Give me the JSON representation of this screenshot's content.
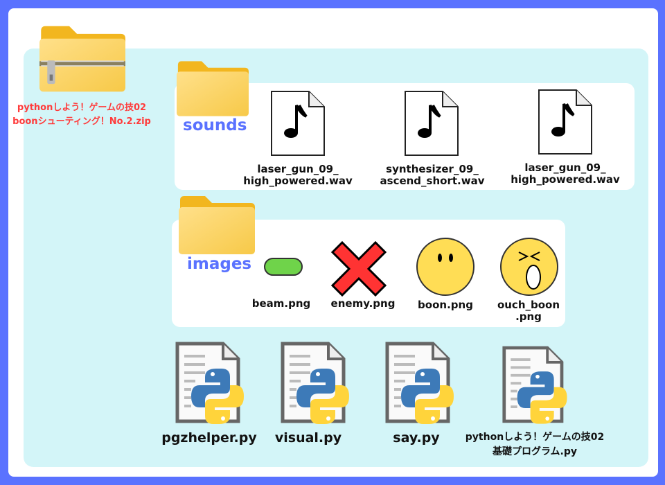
{
  "zip": {
    "name_line1": "pythonしよう！ゲームの技02",
    "name_line2": "boonシューティング！No.2.zip"
  },
  "sounds": {
    "folder": "sounds",
    "files": [
      {
        "line1": "laser_gun_09_",
        "line2": "high_powered.wav"
      },
      {
        "line1": "synthesizer_09_",
        "line2": "ascend_short.wav"
      },
      {
        "line1": "laser_gun_09_",
        "line2": "high_powered.wav"
      }
    ]
  },
  "images": {
    "folder": "images",
    "files": [
      {
        "line1": "beam.png"
      },
      {
        "line1": "enemy.png"
      },
      {
        "line1": "boon.png"
      },
      {
        "line1": "ouch_boon",
        "line2": ".png"
      }
    ]
  },
  "python_files": [
    {
      "line1": "pgzhelper.py"
    },
    {
      "line1": "visual.py"
    },
    {
      "line1": "say.py"
    },
    {
      "line1": "pythonしよう！ゲームの技02",
      "line2": "基礎プログラム.py"
    }
  ],
  "colors": {
    "border": "#5a72ff",
    "panel": "#d3f5f8",
    "zip_label": "#ff3b3b",
    "folder_label": "#5a72ff"
  }
}
